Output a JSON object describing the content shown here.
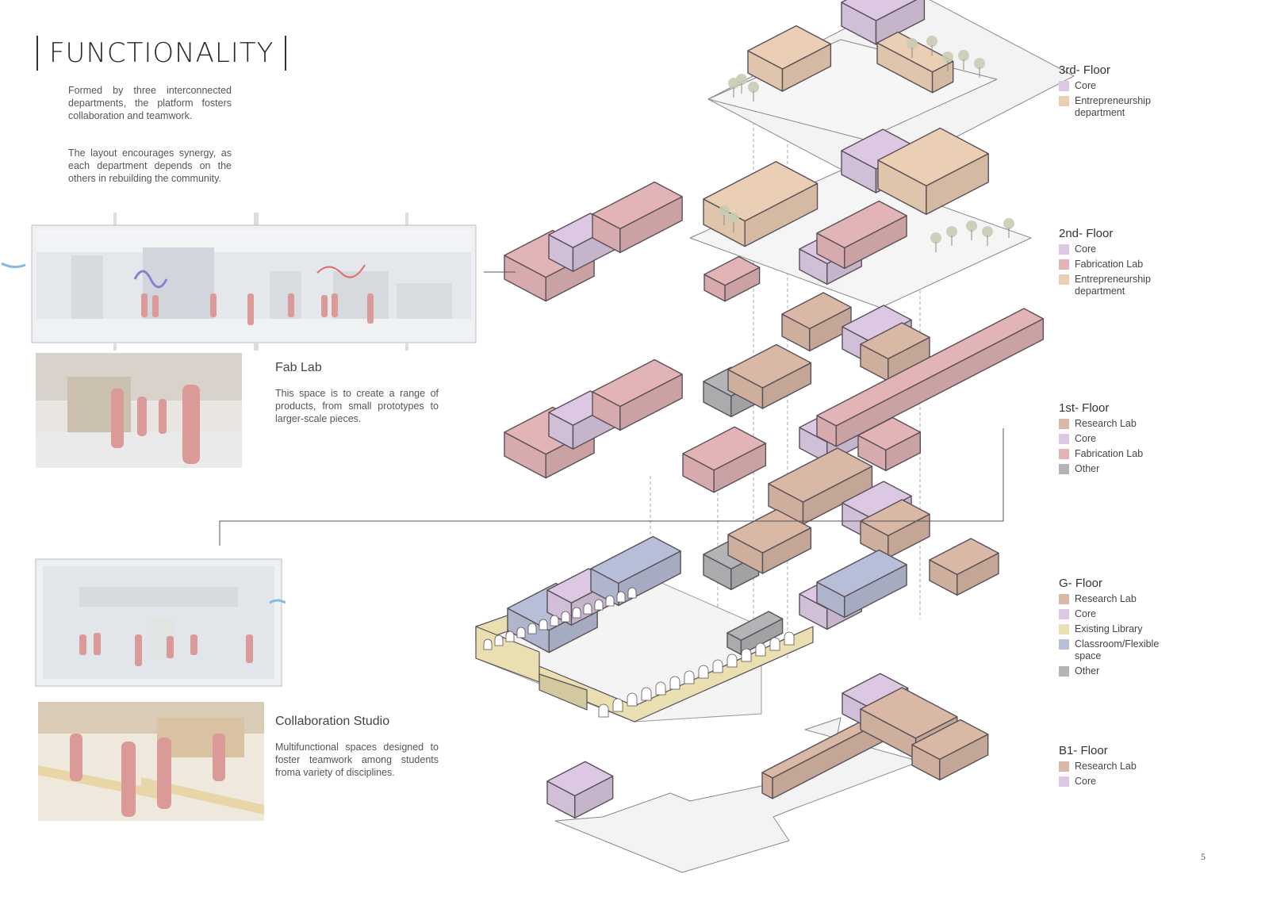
{
  "page": {
    "title": "FUNCTIONALITY",
    "intro_paragraph_1": "Formed by three interconnected departments, the platform fosters collaboration and teamwork.",
    "intro_paragraph_2": "The layout encourages synergy, as each department depends on the others in rebuilding the community.",
    "page_number": "5"
  },
  "sections": [
    {
      "title": "Fab Lab",
      "text": "This space is to create a range of products, from small prototypes to larger-scale pieces."
    },
    {
      "title": "Collaboration Studio",
      "text": "Multifunctional spaces designed to foster teamwork among students froma variety of disciplines."
    }
  ],
  "colors": {
    "core": "#dcc8e2",
    "entrepreneurship": "#ebcfb4",
    "fabrication_lab": "#e2b4b6",
    "research_lab": "#d9b8a6",
    "other": "#b4b4b6",
    "existing_library": "#e9dfb0",
    "classroom": "#b7bfd8",
    "figure_pink": "#d99a98",
    "outline": "#5a5058",
    "slab": "#f2f2f2",
    "tree": "#c9cbb4"
  },
  "legends": [
    {
      "floor": "3rd- Floor",
      "items": [
        {
          "label": "Core",
          "color": "#dcc8e2"
        },
        {
          "label": "Entrepreneurship department",
          "color": "#ebcfb4"
        }
      ]
    },
    {
      "floor": "2nd- Floor",
      "items": [
        {
          "label": "Core",
          "color": "#dcc8e2"
        },
        {
          "label": "Fabrication Lab",
          "color": "#e2b4b6"
        },
        {
          "label": "Entrepreneurship department",
          "color": "#ebcfb4"
        }
      ]
    },
    {
      "floor": "1st- Floor",
      "items": [
        {
          "label": "Research Lab",
          "color": "#d9b8a6"
        },
        {
          "label": "Core",
          "color": "#dcc8e2"
        },
        {
          "label": "Fabrication Lab",
          "color": "#e2b4b6"
        },
        {
          "label": "Other",
          "color": "#b4b4b6"
        }
      ]
    },
    {
      "floor": "G- Floor",
      "items": [
        {
          "label": "Research Lab",
          "color": "#d9b8a6"
        },
        {
          "label": "Core",
          "color": "#dcc8e2"
        },
        {
          "label": "Existing Library",
          "color": "#e9dfb0"
        },
        {
          "label": "Classroom/Flexible space",
          "color": "#b7bfd8"
        },
        {
          "label": "Other",
          "color": "#b4b4b6"
        }
      ]
    },
    {
      "floor": "B1- Floor",
      "items": [
        {
          "label": "Research Lab",
          "color": "#d9b8a6"
        },
        {
          "label": "Core",
          "color": "#dcc8e2"
        }
      ]
    }
  ]
}
